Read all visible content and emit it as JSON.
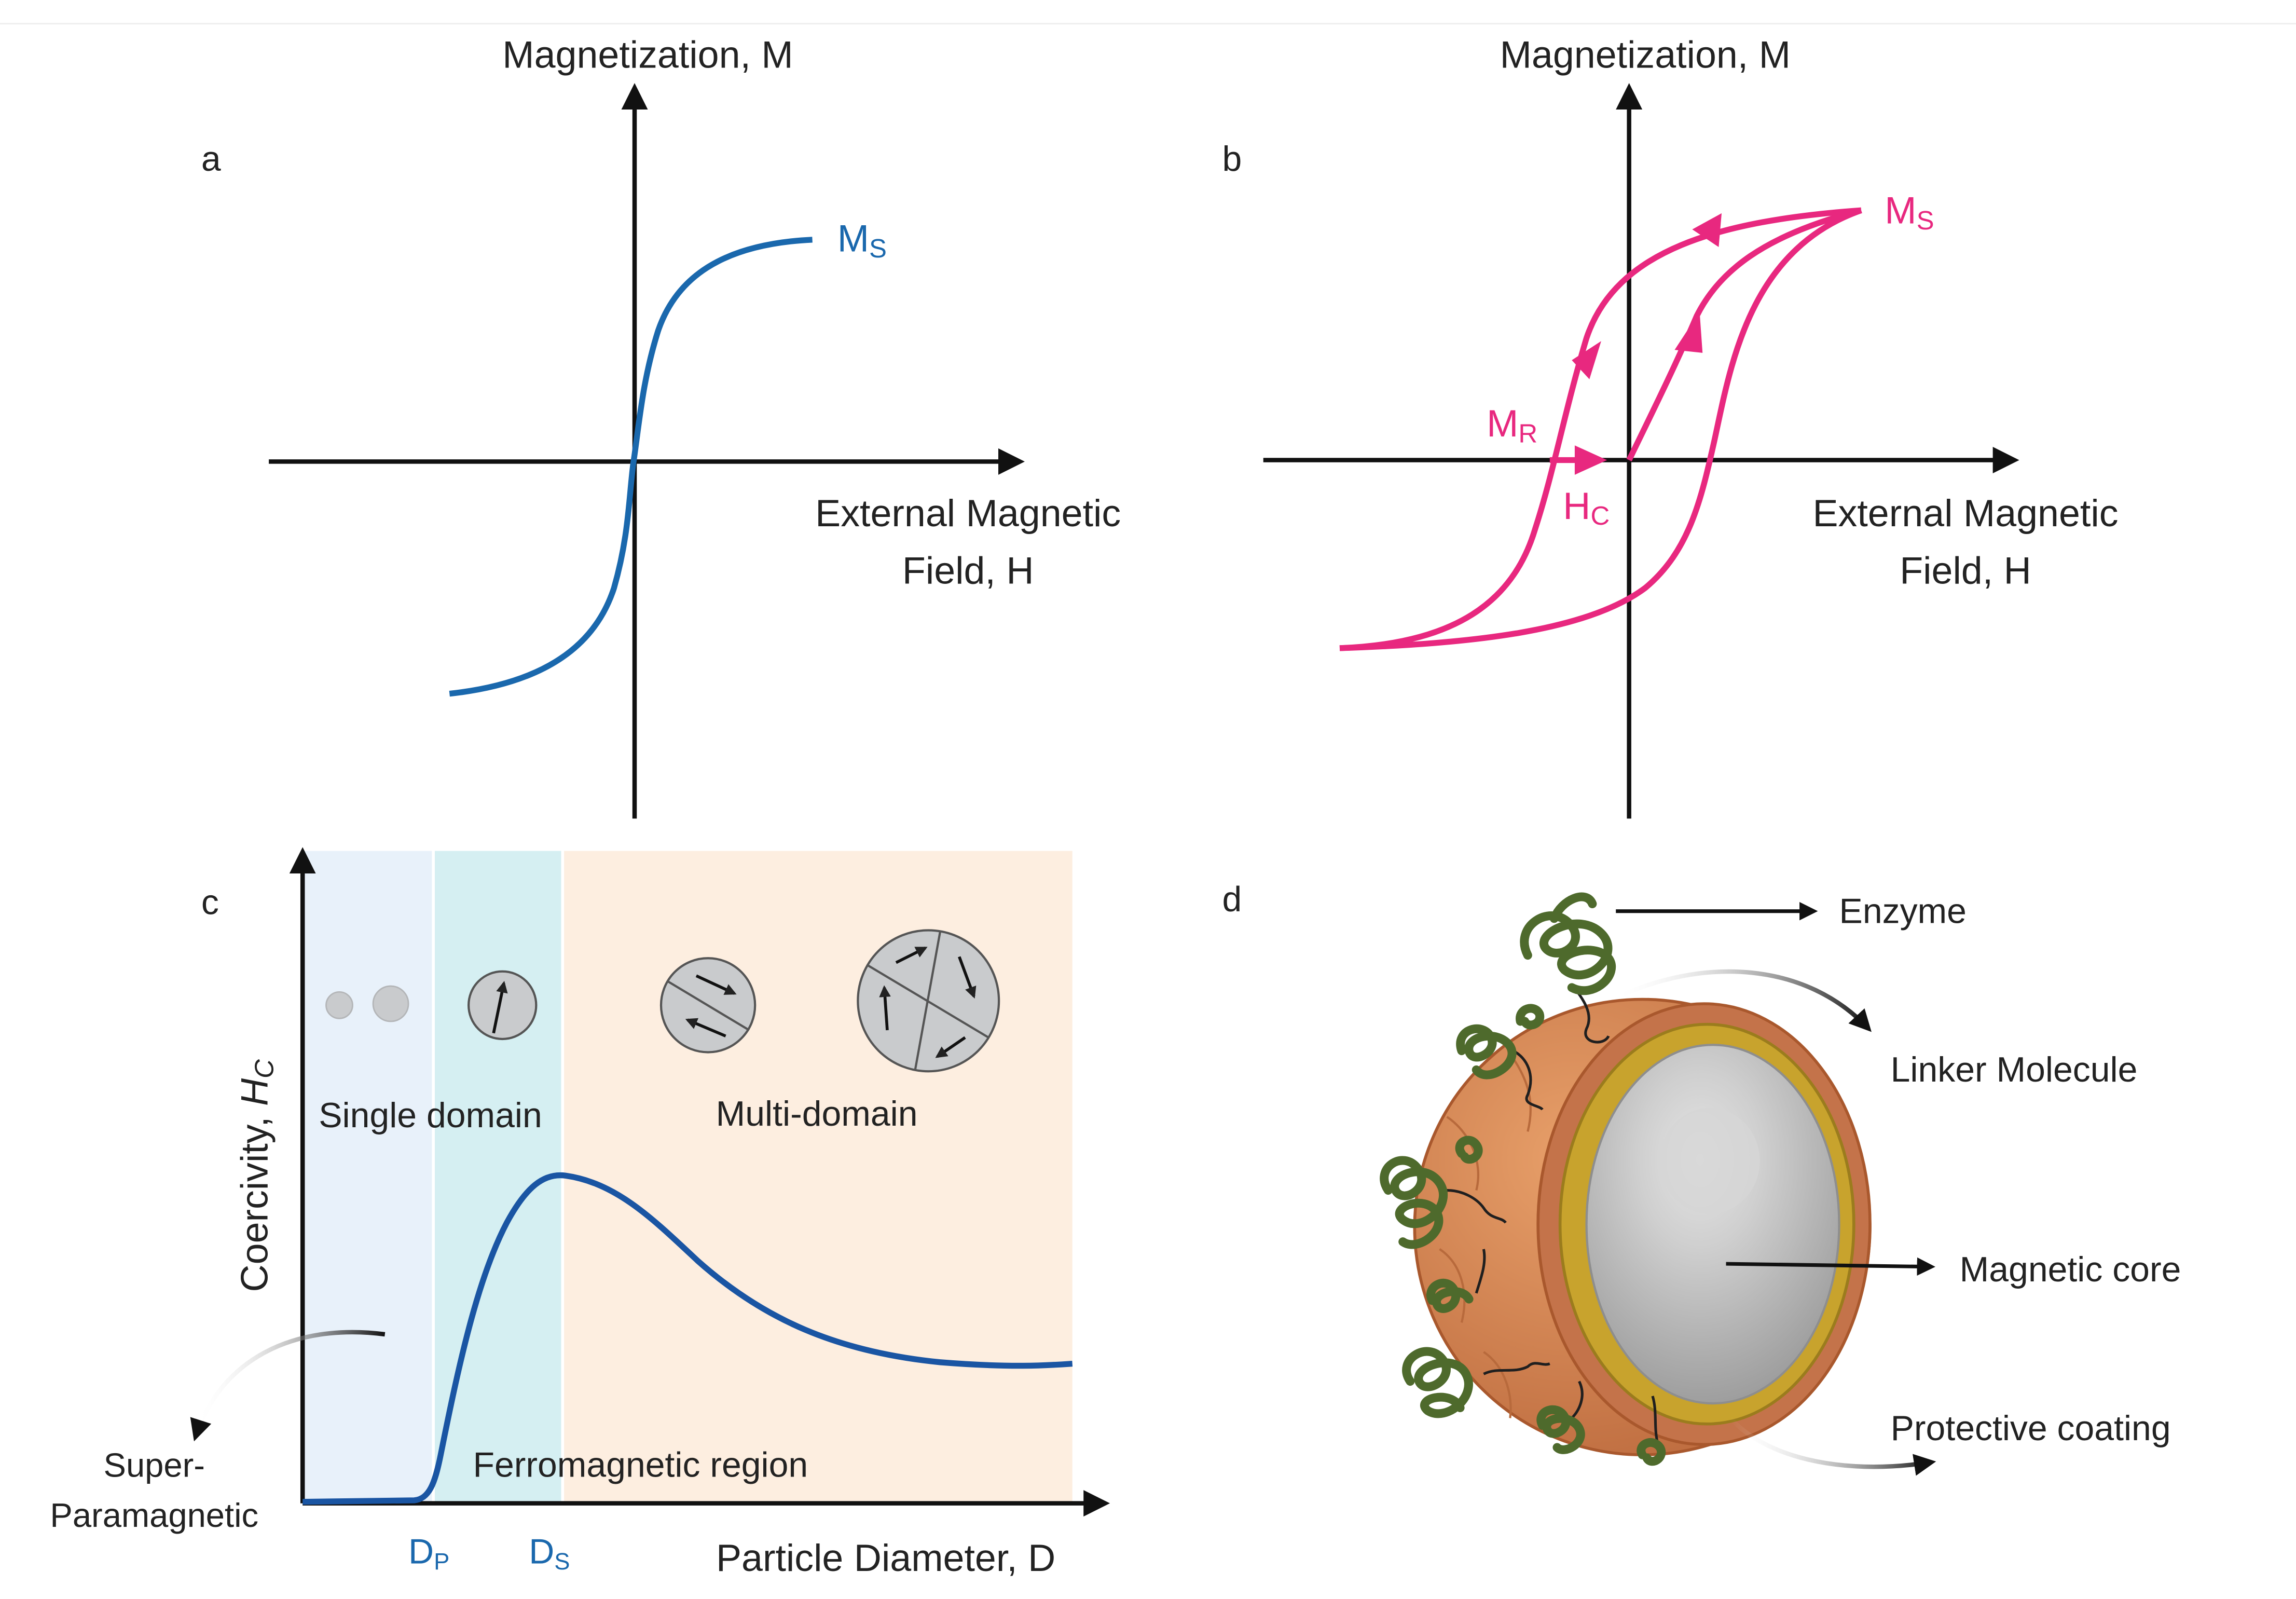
{
  "panels": {
    "a": {
      "letter": "a",
      "y_axis_label": "Magnetization, M",
      "x_axis_label_line1": "External Magnetic",
      "x_axis_label_line2": "Field, H",
      "saturation_label": "M",
      "saturation_sub": "S",
      "curve_color": "#1a68ad"
    },
    "b": {
      "letter": "b",
      "y_axis_label": "Magnetization, M",
      "x_axis_label_line1": "External Magnetic",
      "x_axis_label_line2": "Field, H",
      "saturation_label": "M",
      "saturation_sub": "S",
      "remanence_label": "M",
      "remanence_sub": "R",
      "coercivity_label": "H",
      "coercivity_sub": "C",
      "curve_color": "#e8287f"
    },
    "c": {
      "letter": "c",
      "y_axis_label": "Coercivity, ",
      "y_axis_symbol": "H",
      "y_axis_symbol_sub": "C",
      "x_axis_label": "Particle Diameter, D",
      "dp_label": "D",
      "dp_sub": "P",
      "ds_label": "D",
      "ds_sub": "S",
      "single_domain_label": "Single domain",
      "multi_domain_label": "Multi-domain",
      "ferromagnetic_label": "Ferromagnetic region",
      "superparamagnetic_line1": "Super-",
      "superparamagnetic_line2": "Paramagnetic",
      "region_colors": {
        "superparamagnetic": "#e8f1fa",
        "single_domain": "#d5eff2",
        "multi_domain": "#fdeee0"
      },
      "curve_color": "#1a55a3",
      "label_color": "#1a68ad",
      "icons": [
        "particle-dot-icon",
        "particle-dot-icon",
        "single-domain-particle-icon",
        "two-domain-particle-icon",
        "four-domain-particle-icon"
      ]
    },
    "d": {
      "letter": "d",
      "enzyme_label": "Enzyme",
      "linker_label": "Linker Molecule",
      "core_label": "Magnetic core",
      "coating_label": "Protective coating",
      "colors": {
        "enzyme": "#4e6a2c",
        "coating": "#d4844f",
        "shell": "#c8a32d",
        "core": "#b5b5b5"
      },
      "icons": [
        "nanoparticle-icon",
        "enzyme-icon",
        "linker-molecule-icon"
      ]
    }
  }
}
